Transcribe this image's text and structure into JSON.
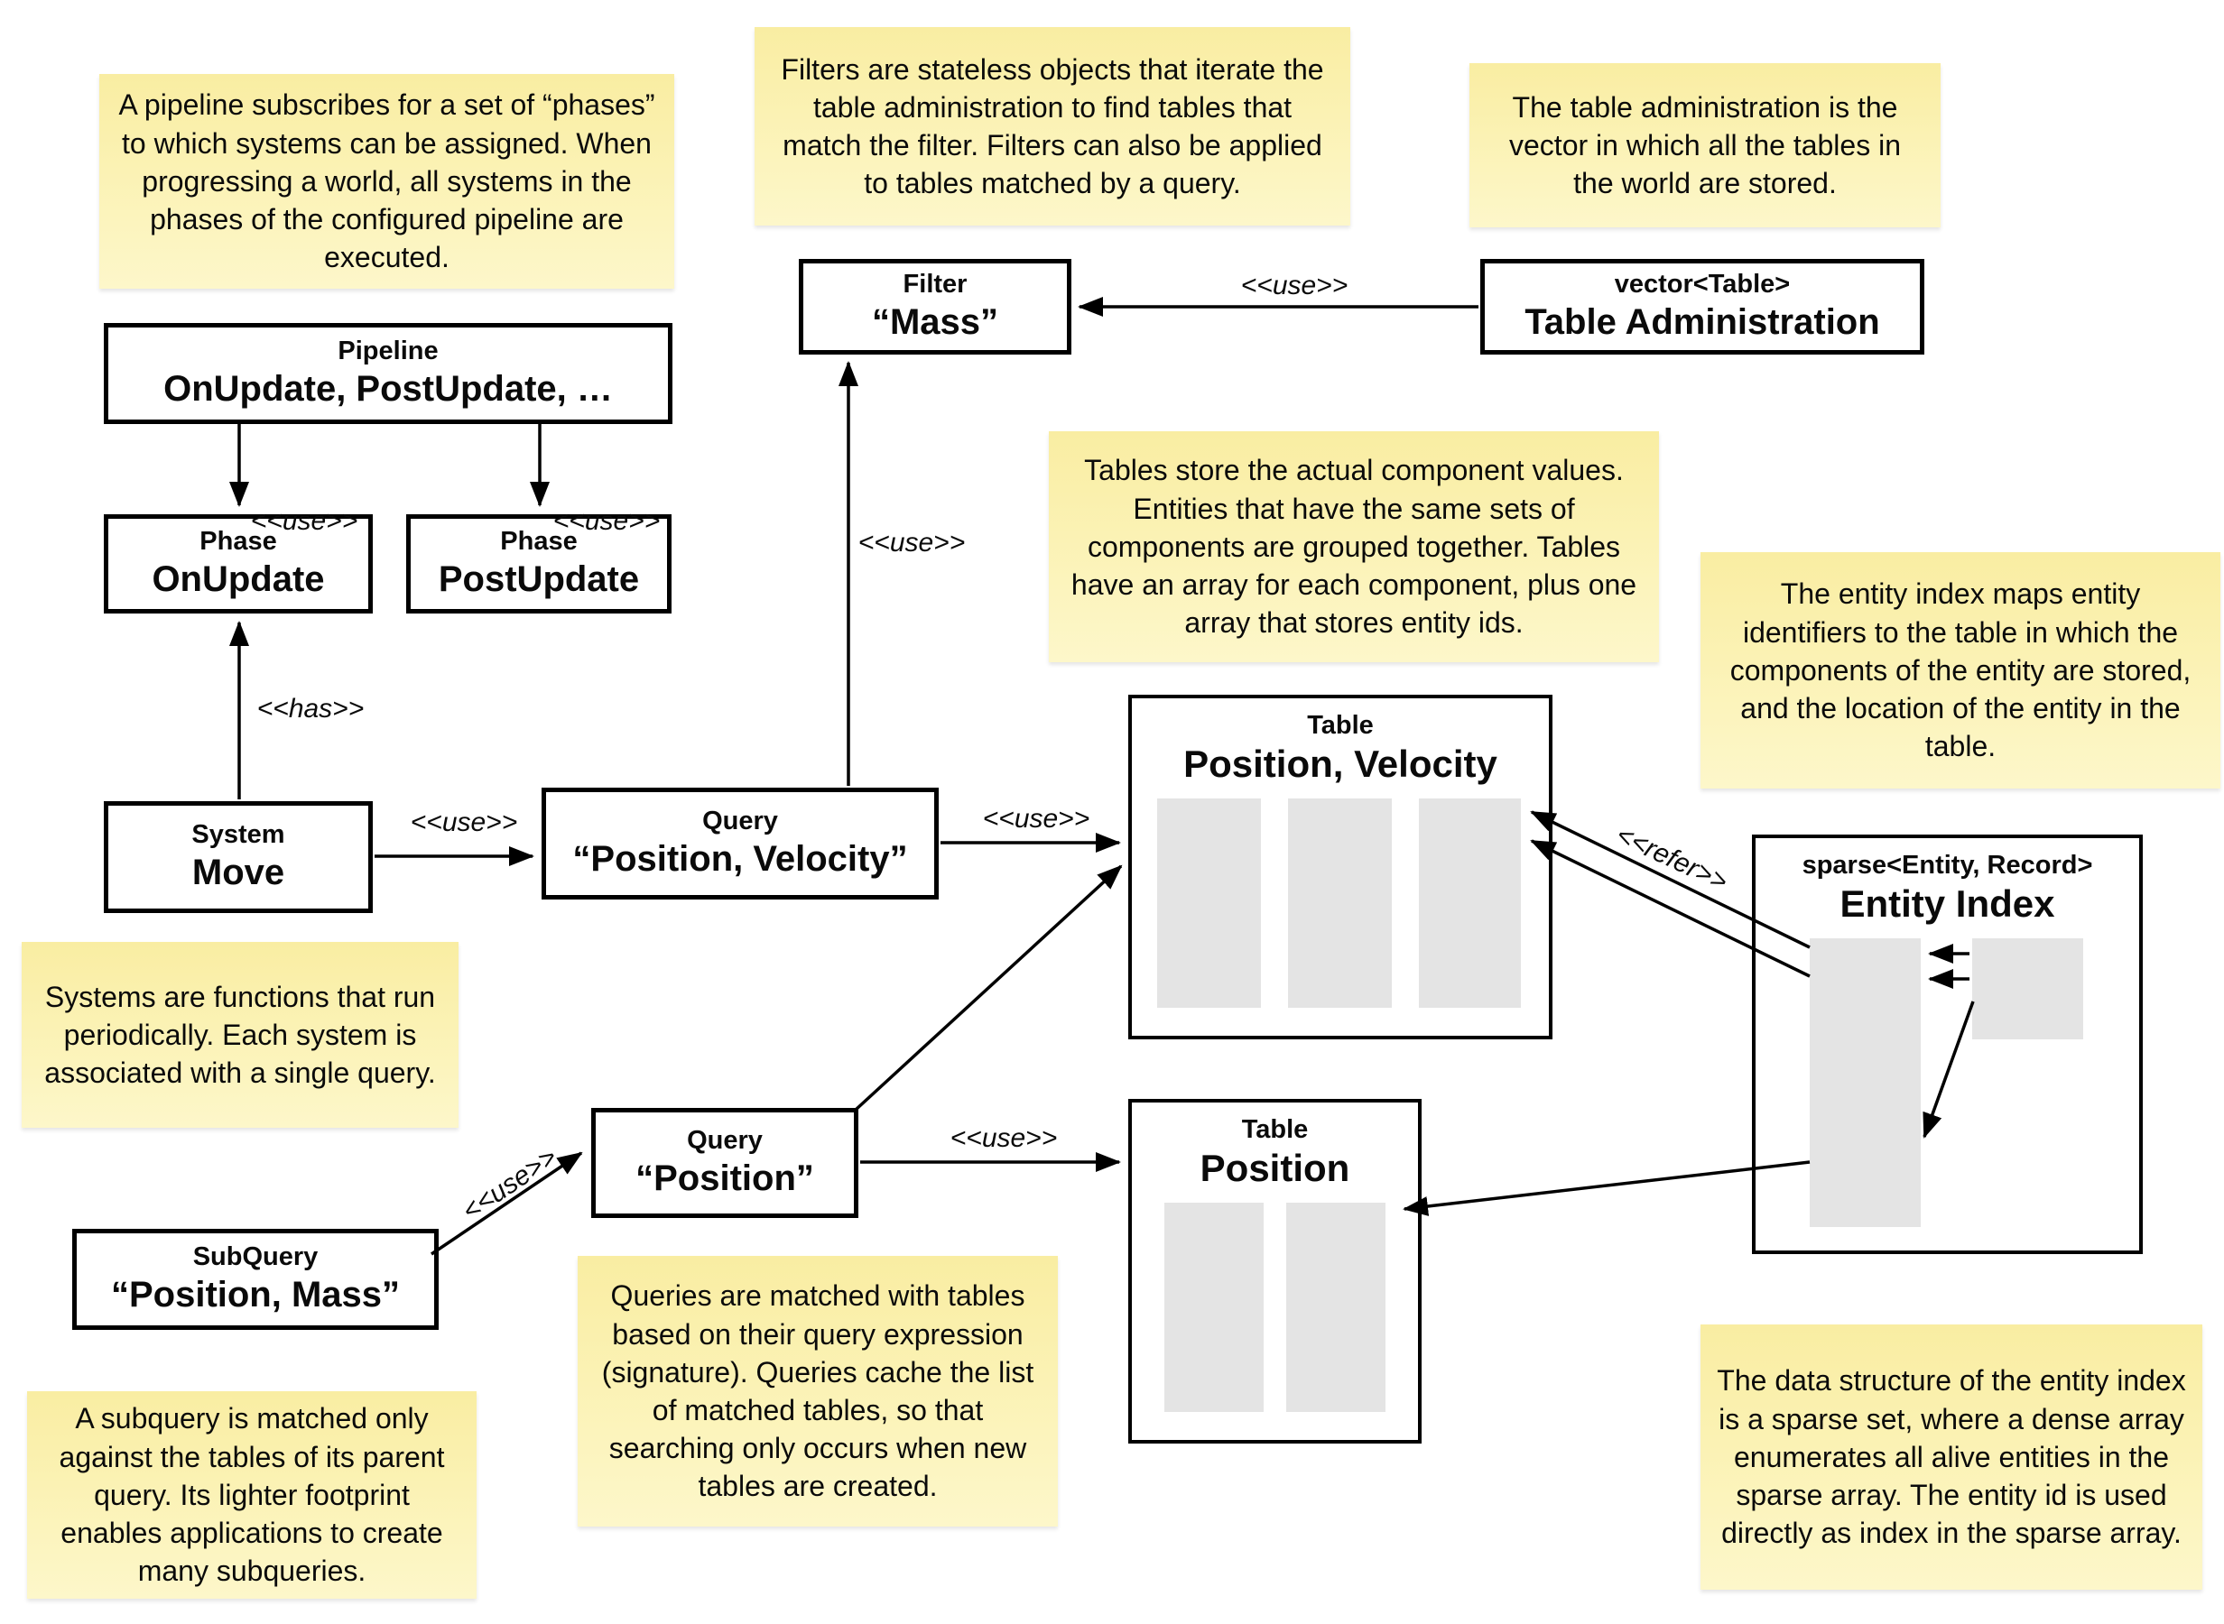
{
  "title": "ECS architecture diagram",
  "colors": {
    "note_bg_top": "#f9eda2",
    "note_bg_bottom": "#fdf7ca",
    "box_border": "#000000",
    "box_bg": "#ffffff",
    "array_fill": "#e4e4e4",
    "text": "#0a0a0a"
  },
  "notes": {
    "pipeline": "A pipeline subscribes for a set of “phases” to which systems can be assigned. When progressing a world, all systems in the phases of the configured pipeline are executed.",
    "filters": "Filters are stateless objects that iterate the table administration to find tables that match the filter. Filters can also be applied to tables matched by a query.",
    "table_admin": "The table administration is the vector in which all the tables in the world are stored.",
    "tables": "Tables store the actual component values. Entities that have the same sets of components are grouped together. Tables have an array for each component, plus one array that stores entity ids.",
    "entity_index": "The entity index maps entity identifiers to the table in which the components of the entity are stored, and the location of the entity in the table.",
    "systems": "Systems are functions that run periodically. Each system is associated with a single query.",
    "queries": "Queries are matched with tables based on their query expression (signature). Queries cache the list of matched tables, so that searching only occurs when new tables are created.",
    "subquery": "A subquery is matched only against the tables of its parent query. Its lighter footprint enables applications to create many subqueries.",
    "sparse_set": "The data structure of the entity index is a sparse set, where a dense array enumerates all alive entities in the sparse array. The entity id is used directly as index in the sparse array."
  },
  "nodes": {
    "pipeline": {
      "type": "Pipeline",
      "name": "OnUpdate, PostUpdate, …"
    },
    "phase_onupdate": {
      "type": "Phase",
      "name": "OnUpdate"
    },
    "phase_postupdate": {
      "type": "Phase",
      "name": "PostUpdate"
    },
    "system_move": {
      "type": "System",
      "name": "Move"
    },
    "query_pv": {
      "type": "Query",
      "name": "“Position, Velocity”"
    },
    "query_pos": {
      "type": "Query",
      "name": "“Position”"
    },
    "subquery": {
      "type": "SubQuery",
      "name": "“Position, Mass”"
    },
    "filter_mass": {
      "type": "Filter",
      "name": "“Mass”"
    },
    "table_admin": {
      "type": "vector<Table>",
      "name": "Table Administration"
    },
    "table_pv": {
      "type": "Table",
      "name": "Position, Velocity"
    },
    "table_pos": {
      "type": "Table",
      "name": "Position"
    },
    "entity_index": {
      "type": "sparse<Entity, Record>",
      "name": "Entity Index"
    }
  },
  "edge_labels": {
    "use": "<<use>>",
    "has": "<<has>>",
    "refer": "<<refer>>"
  }
}
